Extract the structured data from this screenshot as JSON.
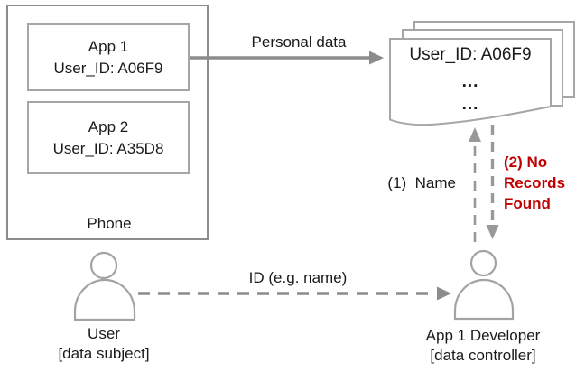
{
  "colors": {
    "stroke_gray": "#8c8c8c",
    "box_gray": "#a6a6a6",
    "person_gray": "#a3a3a3",
    "text_black": "#1a1a1a",
    "alert_red": "#c00000",
    "bg": "#ffffff"
  },
  "phone": {
    "label": "Phone",
    "app1": {
      "name": "App 1",
      "user_id": "User_ID: A06F9"
    },
    "app2": {
      "name": "App 2",
      "user_id": "User_ID: A35D8"
    }
  },
  "records": {
    "title": "User_ID: A06F9",
    "rows": [
      "...",
      "..."
    ]
  },
  "flows": {
    "personal_data": "Personal data",
    "name_request": "(1)  Name",
    "no_records_response": "(2) No\nRecords\nFound",
    "id_request": "ID (e.g. name)"
  },
  "actors": {
    "user": {
      "name": "User",
      "role": "[data subject]"
    },
    "developer": {
      "name": "App 1 Developer",
      "role": "[data controller]"
    }
  }
}
